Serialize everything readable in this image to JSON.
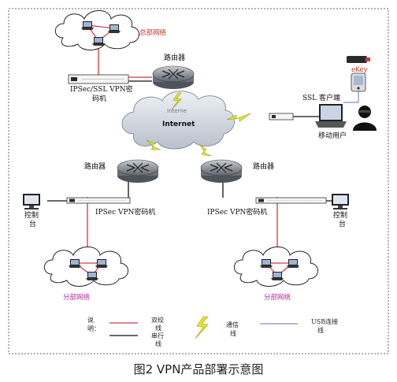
{
  "diagram": {
    "hq_network": "总部网络",
    "router": "路由器",
    "hq_gateway_line1": "IPSec/SSL VPN密",
    "hq_gateway_line2": "码机",
    "internet": "Internet",
    "internet_ghost": "Interne",
    "ekey": "eKey",
    "ssl_client": "SSL 客户端",
    "mobile_user": "移动用户",
    "branch_gateway": "IPSec VPN密码机",
    "console_a": "控制",
    "console_b": "台",
    "branch_network": "分部网络"
  },
  "legend": {
    "title_a": "说",
    "title_b": "明：",
    "twisted_a": "双绞",
    "twisted_b": "线",
    "serial_a": "串行",
    "serial_b": "线",
    "comm_a": "通信",
    "comm_b": "线",
    "usb_a": "USB连接",
    "usb_b": "线"
  },
  "caption": "图2 VPN产品部署示意图",
  "colors": {
    "twisted_pair": "#d9363e",
    "serial": "#111111",
    "usb": "#7b8fd0",
    "lightning": "#e6e62a",
    "red_label": "#c0392b",
    "purple_label": "#b0309b"
  }
}
